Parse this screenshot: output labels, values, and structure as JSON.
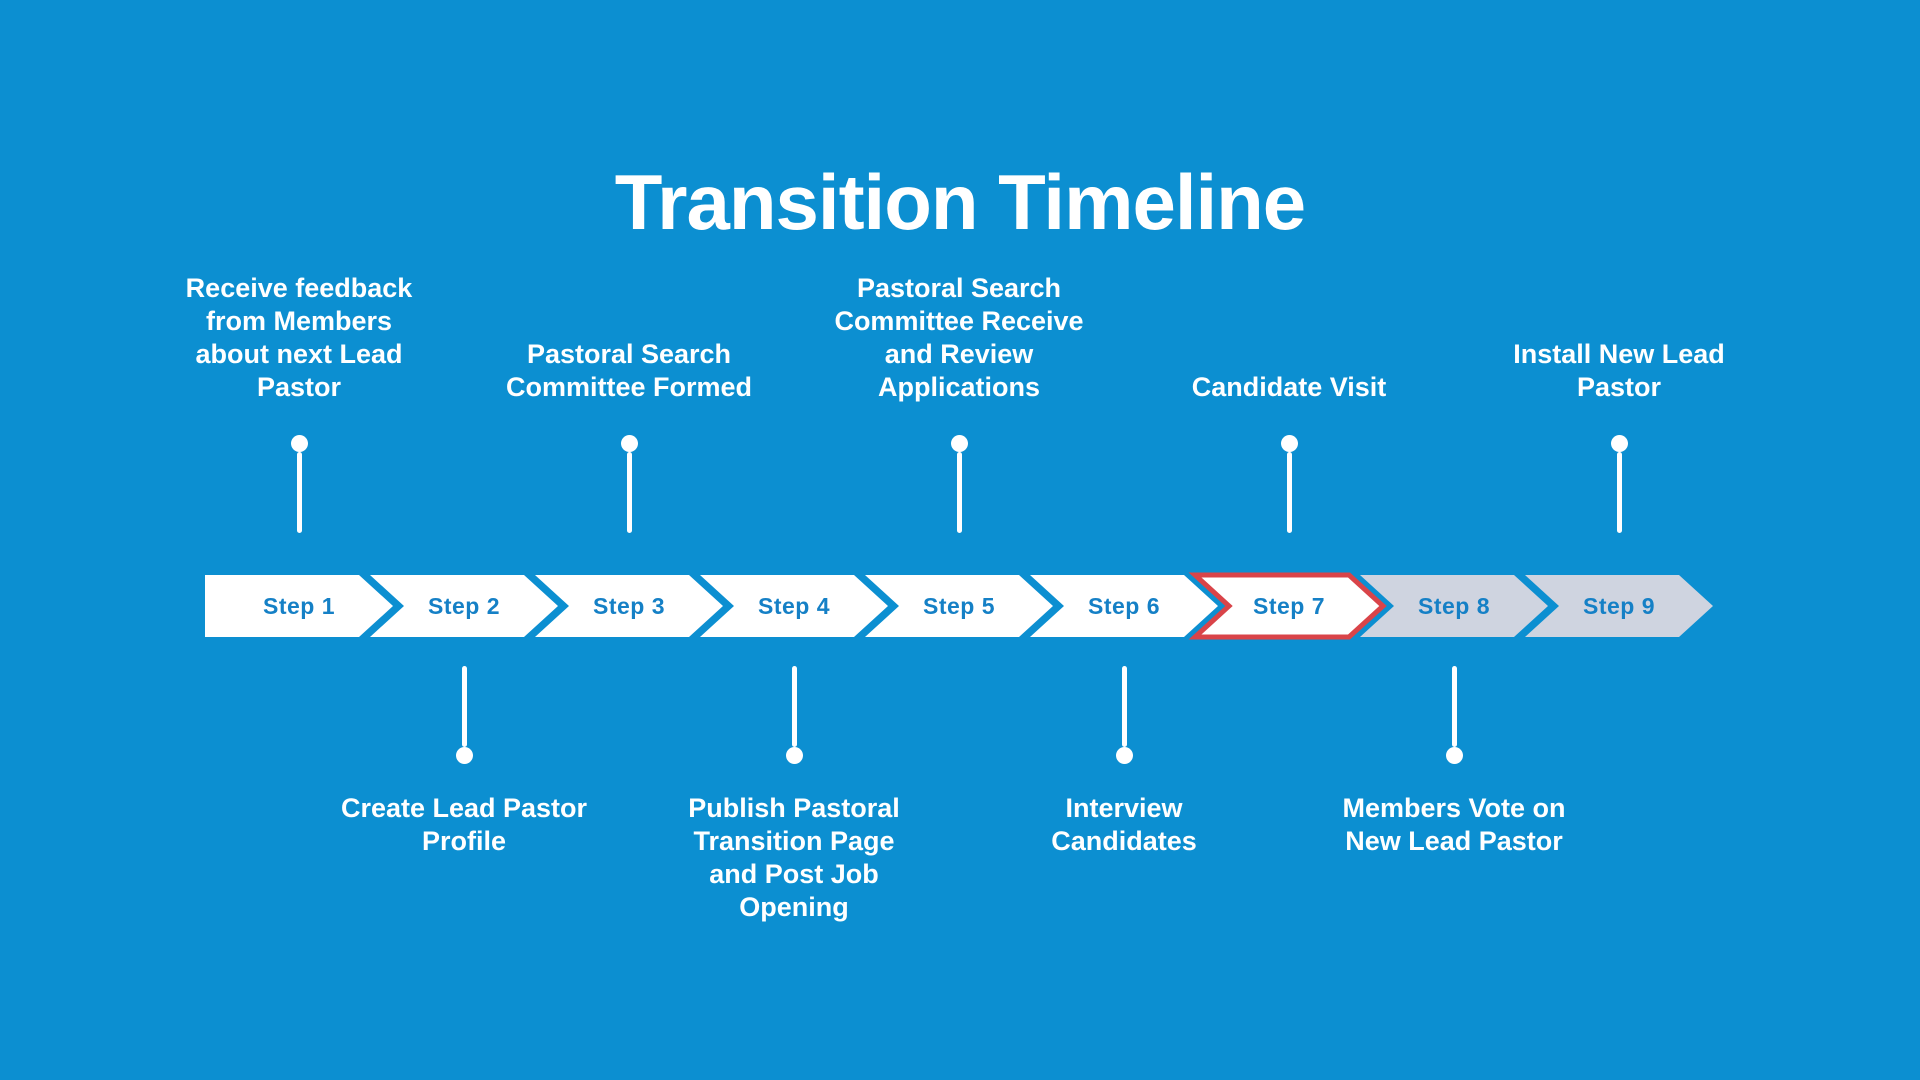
{
  "title": "Transition Timeline",
  "colors": {
    "background": "#0C8FD1",
    "band_default_fill": "#FFFFFF",
    "band_upcoming_fill": "#CFD4E0",
    "current_step_border": "#D94449",
    "step_label_text": "#1580C6",
    "description_text": "#FFFFFF",
    "connector": "#FFFFFF"
  },
  "steps": [
    {
      "label": "Step 1",
      "state": "completed",
      "side": "top",
      "description_lines": [
        "Receive feedback",
        "from Members",
        "about next Lead",
        "Pastor"
      ]
    },
    {
      "label": "Step 2",
      "state": "completed",
      "side": "bottom",
      "description_lines": [
        "Create Lead Pastor",
        "Profile"
      ]
    },
    {
      "label": "Step 3",
      "state": "completed",
      "side": "top",
      "description_lines": [
        "Pastoral Search",
        "Committee Formed"
      ]
    },
    {
      "label": "Step 4",
      "state": "completed",
      "side": "bottom",
      "description_lines": [
        "Publish Pastoral",
        "Transition Page",
        "and Post Job",
        "Opening"
      ]
    },
    {
      "label": "Step 5",
      "state": "completed",
      "side": "top",
      "description_lines": [
        "Pastoral Search",
        "Committee Receive",
        "and Review",
        "Applications"
      ]
    },
    {
      "label": "Step 6",
      "state": "completed",
      "side": "bottom",
      "description_lines": [
        "Interview",
        "Candidates"
      ]
    },
    {
      "label": "Step 7",
      "state": "current",
      "side": "top",
      "description_lines": [
        "Candidate Visit"
      ]
    },
    {
      "label": "Step 8",
      "state": "upcoming",
      "side": "bottom",
      "description_lines": [
        "Members Vote on",
        "New Lead Pastor"
      ]
    },
    {
      "label": "Step 9",
      "state": "upcoming",
      "side": "top",
      "description_lines": [
        "Install New Lead",
        "Pastor"
      ]
    }
  ]
}
